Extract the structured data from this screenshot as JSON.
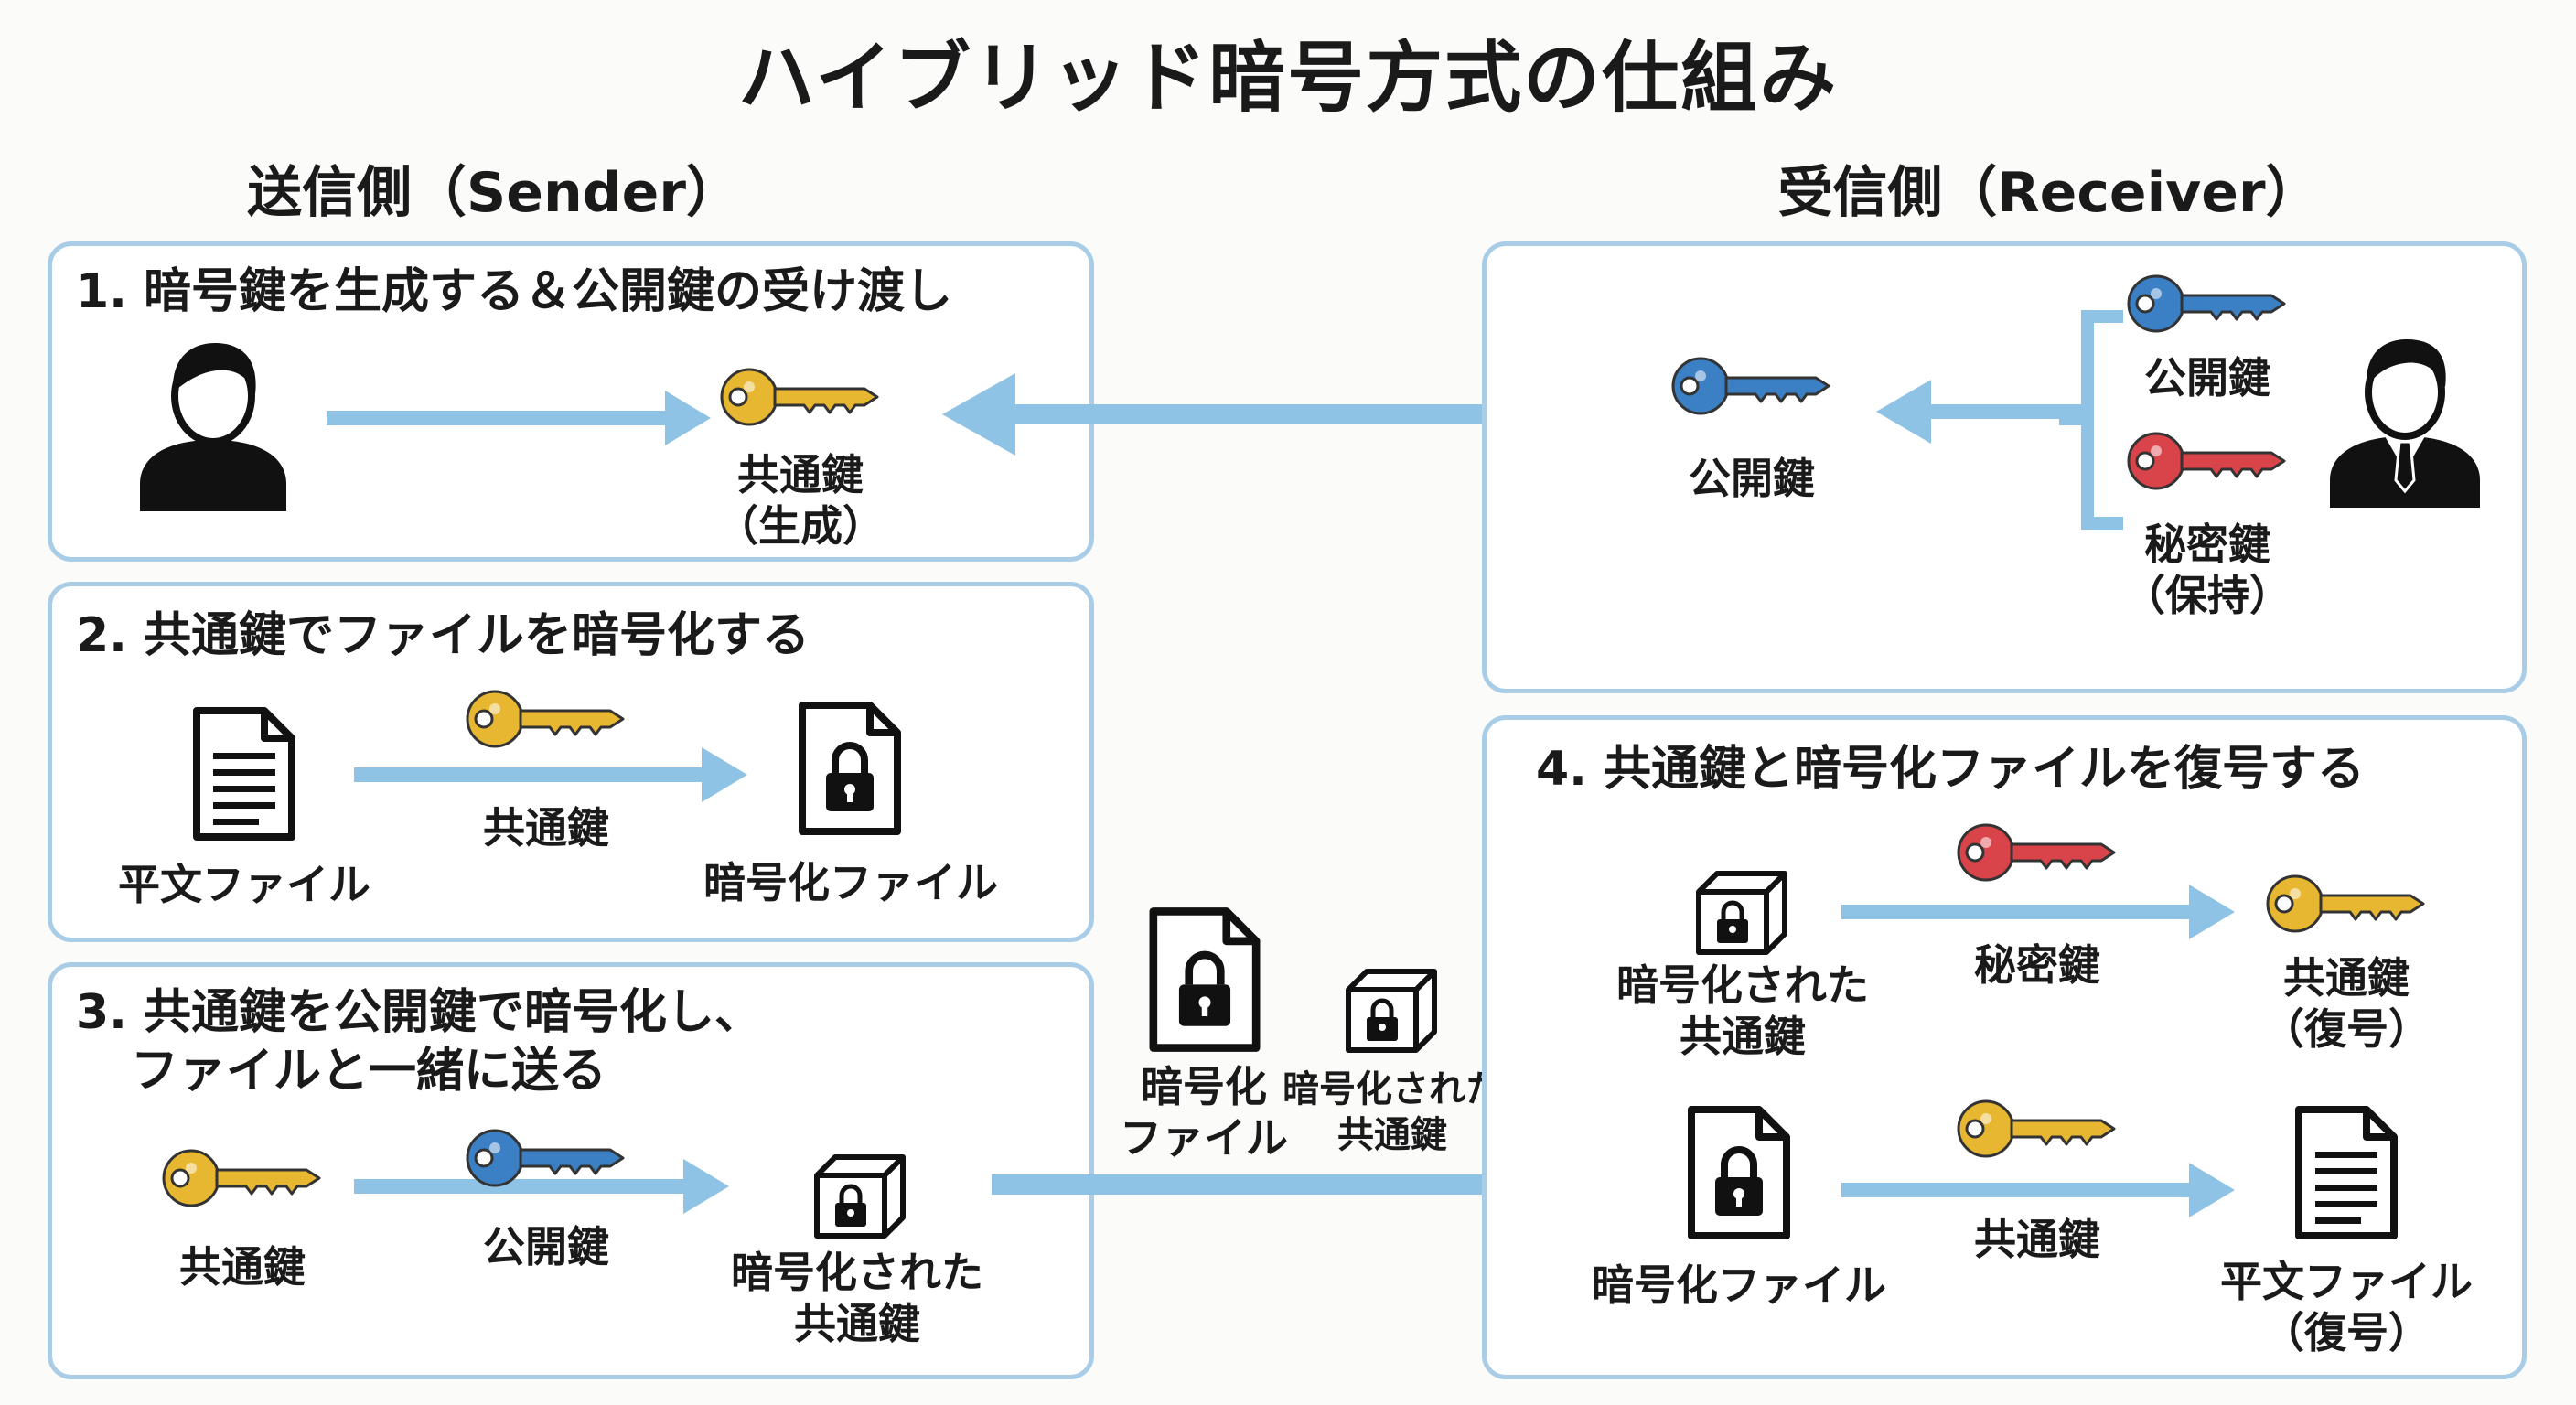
{
  "title": "ハイブリッド暗号方式の仕組み",
  "sender_heading": "送信側（Sender）",
  "receiver_heading": "受信側（Receiver）",
  "colors": {
    "panel_border": "#a9cde6",
    "arrow": "#8fc3e6",
    "gold_key": "#e8b731",
    "blue_key": "#3b7fc4",
    "red_key": "#d9434a"
  },
  "step1": {
    "title": "1. 暗号鍵を生成する＆公開鍵の受け渡し",
    "key_label_line1": "共通鍵",
    "key_label_line2": "（生成）"
  },
  "receiver_panel": {
    "public_key_sent": "公開鍵",
    "public_key": "公開鍵",
    "private_key_line1": "秘密鍵",
    "private_key_line2": "（保持）"
  },
  "step2": {
    "title": "2. 共通鍵でファイルを暗号化する",
    "plain_file": "平文ファイル",
    "key": "共通鍵",
    "encrypted_file": "暗号化ファイル"
  },
  "step3": {
    "title_line1": "3. 共通鍵を公開鍵で暗号化し、",
    "title_line2": "ファイルと一緒に送る",
    "common_key": "共通鍵",
    "public_key": "公開鍵",
    "encrypted_key_line1": "暗号化された",
    "encrypted_key_line2": "共通鍵"
  },
  "transfer": {
    "file_line1": "暗号化",
    "file_line2": "ファイル",
    "key_line1": "暗号化された",
    "key_line2": "共通鍵"
  },
  "step4": {
    "title": "4. 共通鍵と暗号化ファイルを復号する",
    "encrypted_key_line1": "暗号化された",
    "encrypted_key_line2": "共通鍵",
    "private_key": "秘密鍵",
    "decrypted_key_line1": "共通鍵",
    "decrypted_key_line2": "（復号）",
    "encrypted_file": "暗号化ファイル",
    "common_key": "共通鍵",
    "plain_file_line1": "平文ファイル",
    "plain_file_line2": "（復号）"
  }
}
